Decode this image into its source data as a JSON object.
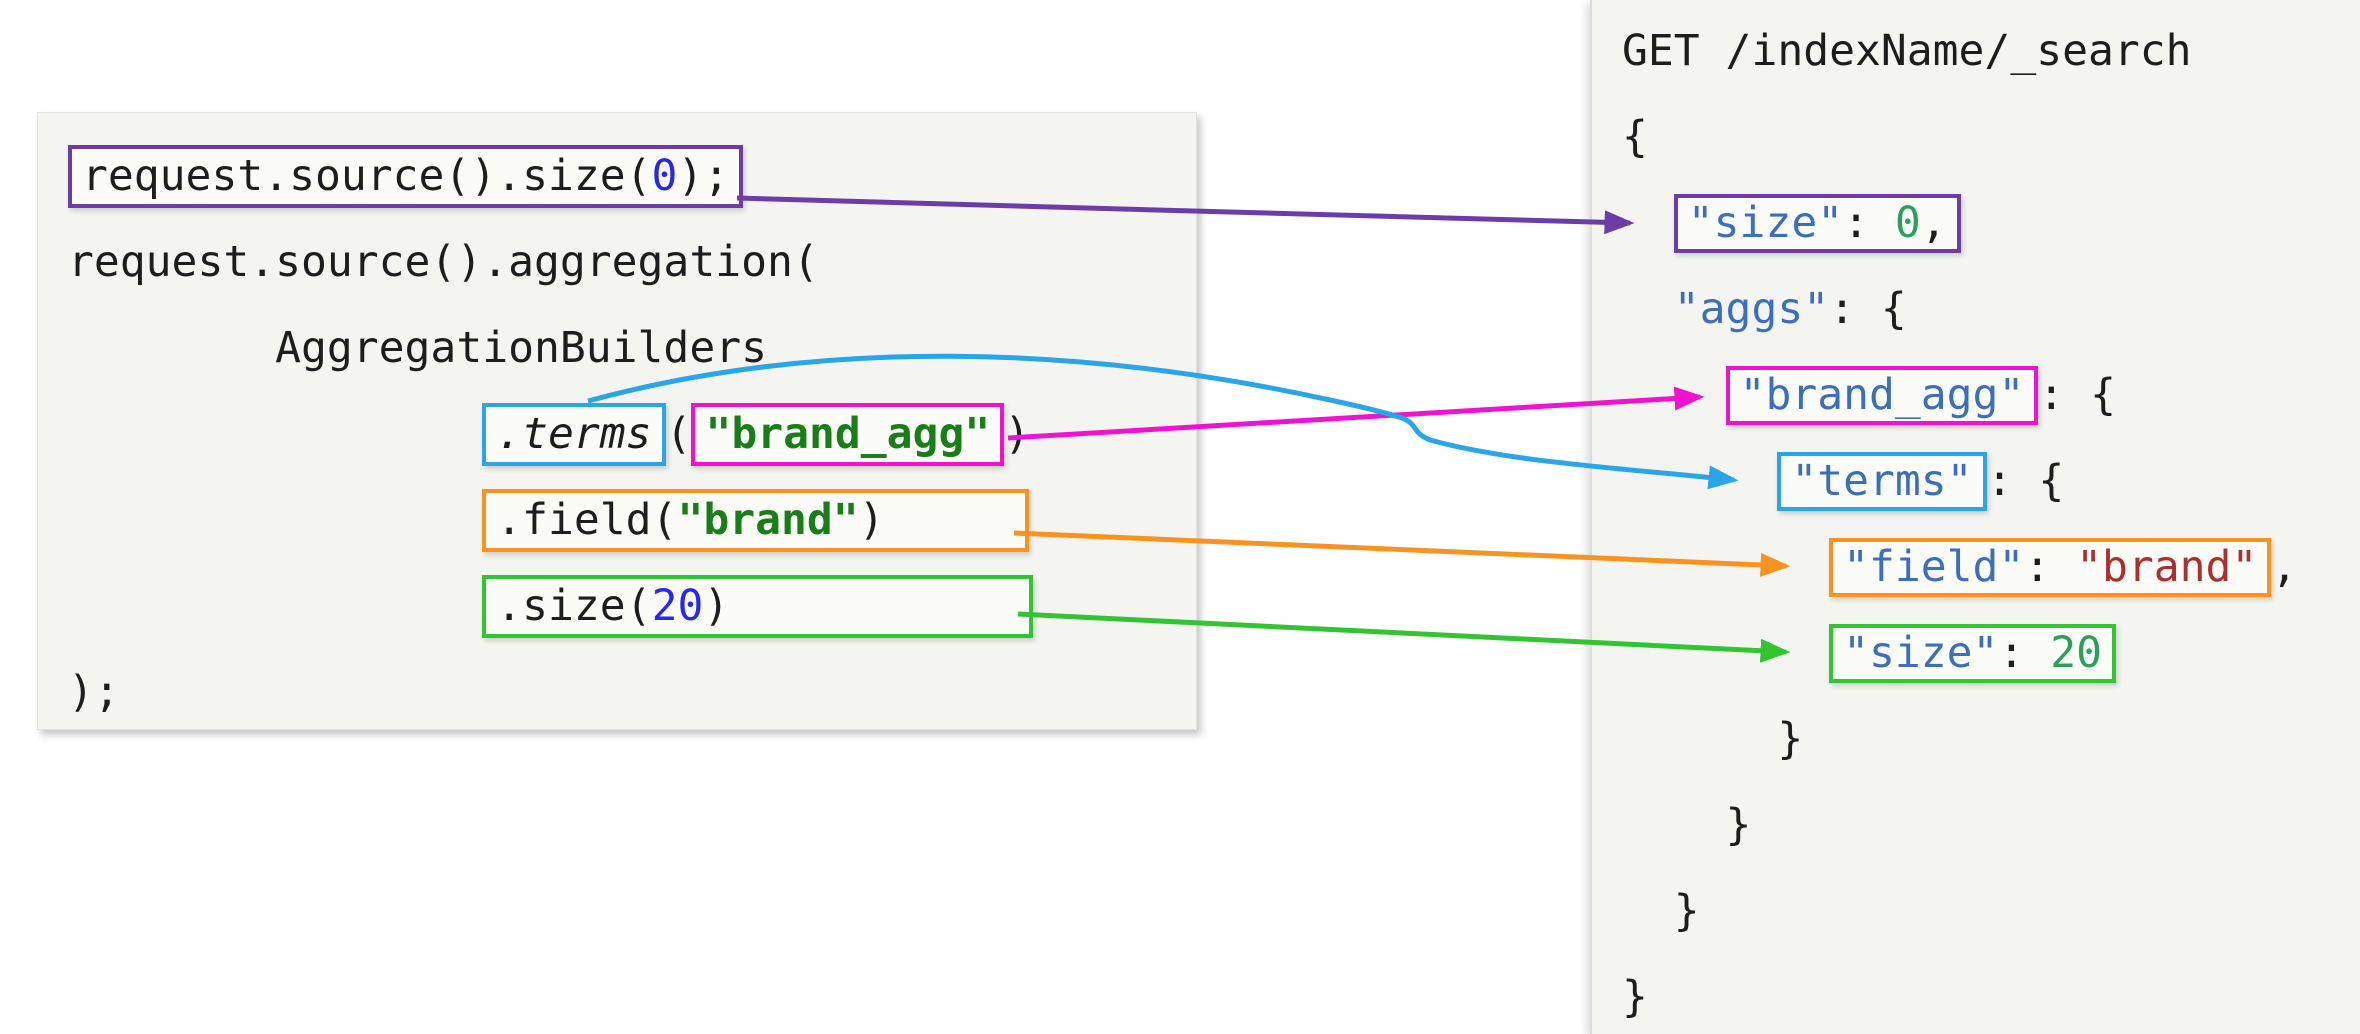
{
  "colors": {
    "purple": "#6e3ca8",
    "magenta": "#ef13d0",
    "cyan": "#2aa5e8",
    "orange": "#f79320",
    "green": "#33c433",
    "code-text": "#1d1d1d",
    "java-number": "#2727f0",
    "java-string": "#197d19",
    "json-key": "#3b6fbd",
    "json-number": "#2aa05d",
    "json-string": "#ac2e2e",
    "panel-bg": "#f4f5f0",
    "box-bg": "#fbfbf8"
  },
  "left_panel": {
    "line1": {
      "pre": "request.source().size(",
      "num": "0",
      "post": ");"
    },
    "line2": {
      "text": "request.source().aggregation("
    },
    "line3": {
      "text": "        AggregationBuilders"
    },
    "line4": {
      "indent": "                ",
      "method": ".terms",
      "open": "(",
      "str": "\"brand_agg\"",
      "close": ")"
    },
    "line5": {
      "indent": "                ",
      "pre": ".field(",
      "str": "\"brand\"",
      "post": ")"
    },
    "line6": {
      "indent": "                ",
      "pre": ".size(",
      "num": "20",
      "post": ")"
    },
    "line7": {
      "text": ");"
    }
  },
  "right_panel": {
    "line1": {
      "text": "GET /indexName/_search"
    },
    "line2": {
      "text": "{"
    },
    "line3": {
      "indent": "  ",
      "key": "\"size\"",
      "colon": ": ",
      "val": "0",
      "comma": ","
    },
    "line4": {
      "indent": "  ",
      "key": "\"aggs\"",
      "rest": ": {"
    },
    "line5": {
      "indent": "    ",
      "key": "\"brand_agg\"",
      "rest": ": {"
    },
    "line6": {
      "indent": "      ",
      "key": "\"terms\"",
      "rest": ": {"
    },
    "line7": {
      "indent": "        ",
      "key": "\"field\"",
      "colon": ": ",
      "val": "\"brand\"",
      "comma": ","
    },
    "line8": {
      "indent": "        ",
      "key": "\"size\"",
      "colon": ": ",
      "val": "20"
    },
    "line9": {
      "text": "      }"
    },
    "line10": {
      "text": "    }"
    },
    "line11": {
      "text": "  }"
    },
    "line12": {
      "text": "}"
    }
  },
  "connections": [
    {
      "from": "request.source().size(0);",
      "to": "\"size\": 0,",
      "color": "purple"
    },
    {
      "from": "\"brand_agg\"",
      "to": "\"brand_agg\"",
      "color": "magenta"
    },
    {
      "from": ".terms",
      "to": "\"terms\"",
      "color": "cyan"
    },
    {
      "from": ".field(\"brand\")",
      "to": "\"field\": \"brand\"",
      "color": "orange"
    },
    {
      "from": ".size(20)",
      "to": "\"size\": 20",
      "color": "green"
    }
  ]
}
